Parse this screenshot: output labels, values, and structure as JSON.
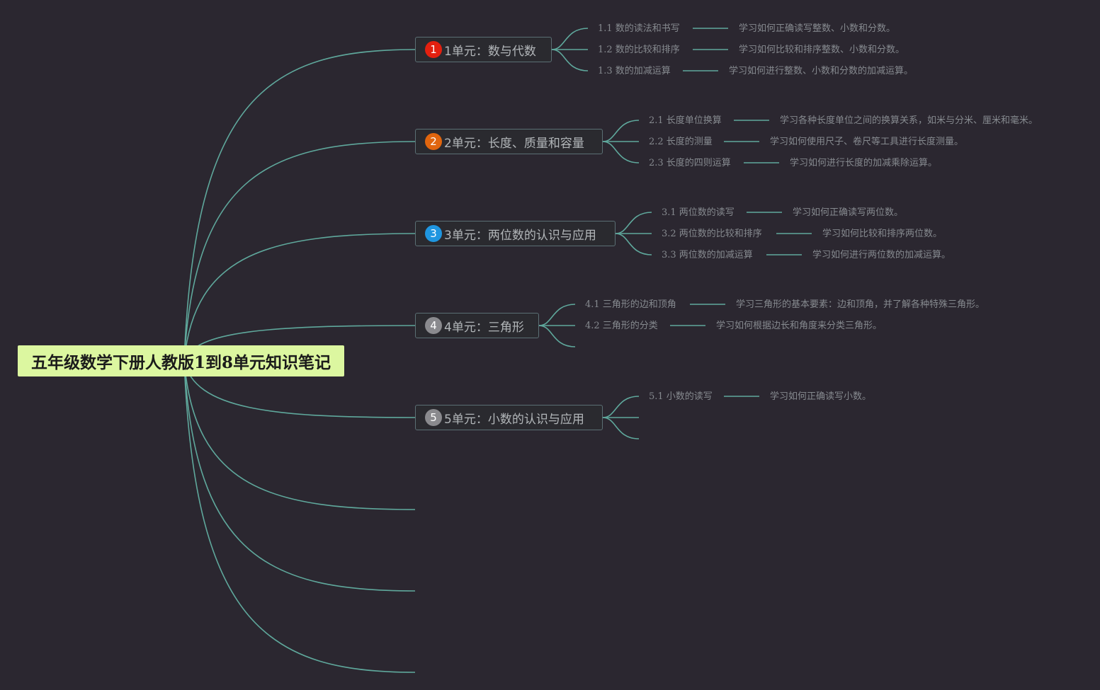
{
  "root": {
    "title": "五年级数学下册人教版1到8单元知识笔记"
  },
  "colors": {
    "background": "#2b2730",
    "line": "#5fa89c",
    "root_fill": "#dcf7a0",
    "badge_1": "#e3200f",
    "badge_2": "#e0650e",
    "badge_3": "#1f96e0",
    "badge_4": "#8a8a8e",
    "badge_5": "#8a8a8e"
  },
  "units": [
    {
      "number": "1",
      "label": "1单元：数与代数",
      "badge_color": "#e3200f",
      "topics": [
        {
          "title": "1.1 数的读法和书写",
          "desc": "学习如何正确读写整数、小数和分数。"
        },
        {
          "title": "1.2 数的比较和排序",
          "desc": "学习如何比较和排序整数、小数和分数。"
        },
        {
          "title": "1.3 数的加减运算",
          "desc": "学习如何进行整数、小数和分数的加减运算。"
        }
      ]
    },
    {
      "number": "2",
      "label": "2单元：长度、质量和容量",
      "badge_color": "#e0650e",
      "topics": [
        {
          "title": "2.1 长度单位换算",
          "desc": "学习各种长度单位之间的换算关系，如米与分米、厘米和毫米。"
        },
        {
          "title": "2.2 长度的测量",
          "desc": "学习如何使用尺子、卷尺等工具进行长度测量。"
        },
        {
          "title": "2.3 长度的四则运算",
          "desc": "学习如何进行长度的加减乘除运算。"
        }
      ]
    },
    {
      "number": "3",
      "label": "3单元：两位数的认识与应用",
      "badge_color": "#1f96e0",
      "topics": [
        {
          "title": "3.1 两位数的读写",
          "desc": "学习如何正确读写两位数。"
        },
        {
          "title": "3.2 两位数的比较和排序",
          "desc": "学习如何比较和排序两位数。"
        },
        {
          "title": "3.3 两位数的加减运算",
          "desc": "学习如何进行两位数的加减运算。"
        }
      ]
    },
    {
      "number": "4",
      "label": "4单元：三角形",
      "badge_color": "#8a8a8e",
      "topics": [
        {
          "title": "4.1 三角形的边和顶角",
          "desc": "学习三角形的基本要素：边和顶角，并了解各种特殊三角形。"
        },
        {
          "title": "4.2 三角形的分类",
          "desc": "学习如何根据边长和角度来分类三角形。"
        }
      ]
    },
    {
      "number": "5",
      "label": "5单元：小数的认识与应用",
      "badge_color": "#8a8a8e",
      "topics": [
        {
          "title": "5.1 小数的读写",
          "desc": "学习如何正确读写小数。"
        }
      ]
    }
  ]
}
